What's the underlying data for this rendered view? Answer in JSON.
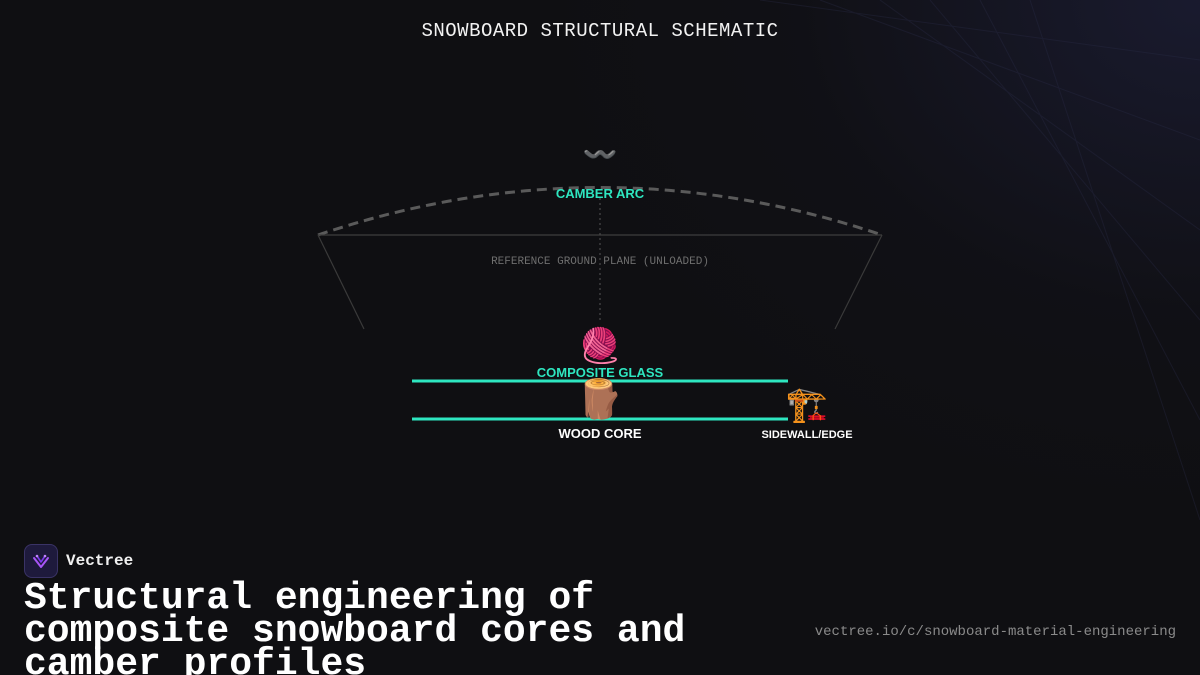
{
  "header": {
    "title": "SNOWBOARD STRUCTURAL SCHEMATIC"
  },
  "diagram": {
    "camber_arc": {
      "label": "CAMBER ARC",
      "icon": "〰️",
      "icon_name": "wavy-dash-icon"
    },
    "reference_plane": {
      "label": "REFERENCE GROUND PLANE (UNLOADED)"
    },
    "composite_glass": {
      "label": "COMPOSITE GLASS",
      "icon": "🧶",
      "icon_name": "yarn-icon"
    },
    "wood_core": {
      "label": "WOOD CORE",
      "icon": "🪵",
      "icon_name": "wood-log-icon"
    },
    "sidewall_edge": {
      "label": "SIDEWALL/EDGE",
      "icon": "🏗️",
      "icon_name": "construction-crane-icon"
    }
  },
  "colors": {
    "background": "#0f0f12",
    "accent": "#2ee6c0",
    "arc": "#5a5a5a",
    "text": "#ffffff",
    "muted": "#6e6e6e"
  },
  "footer": {
    "brand_name": "Vectree",
    "brand_icon": "vectree-logo-icon",
    "headline": "Structural engineering of composite snowboard cores and camber profiles",
    "url": "vectree.io/c/snowboard-material-engineering"
  }
}
